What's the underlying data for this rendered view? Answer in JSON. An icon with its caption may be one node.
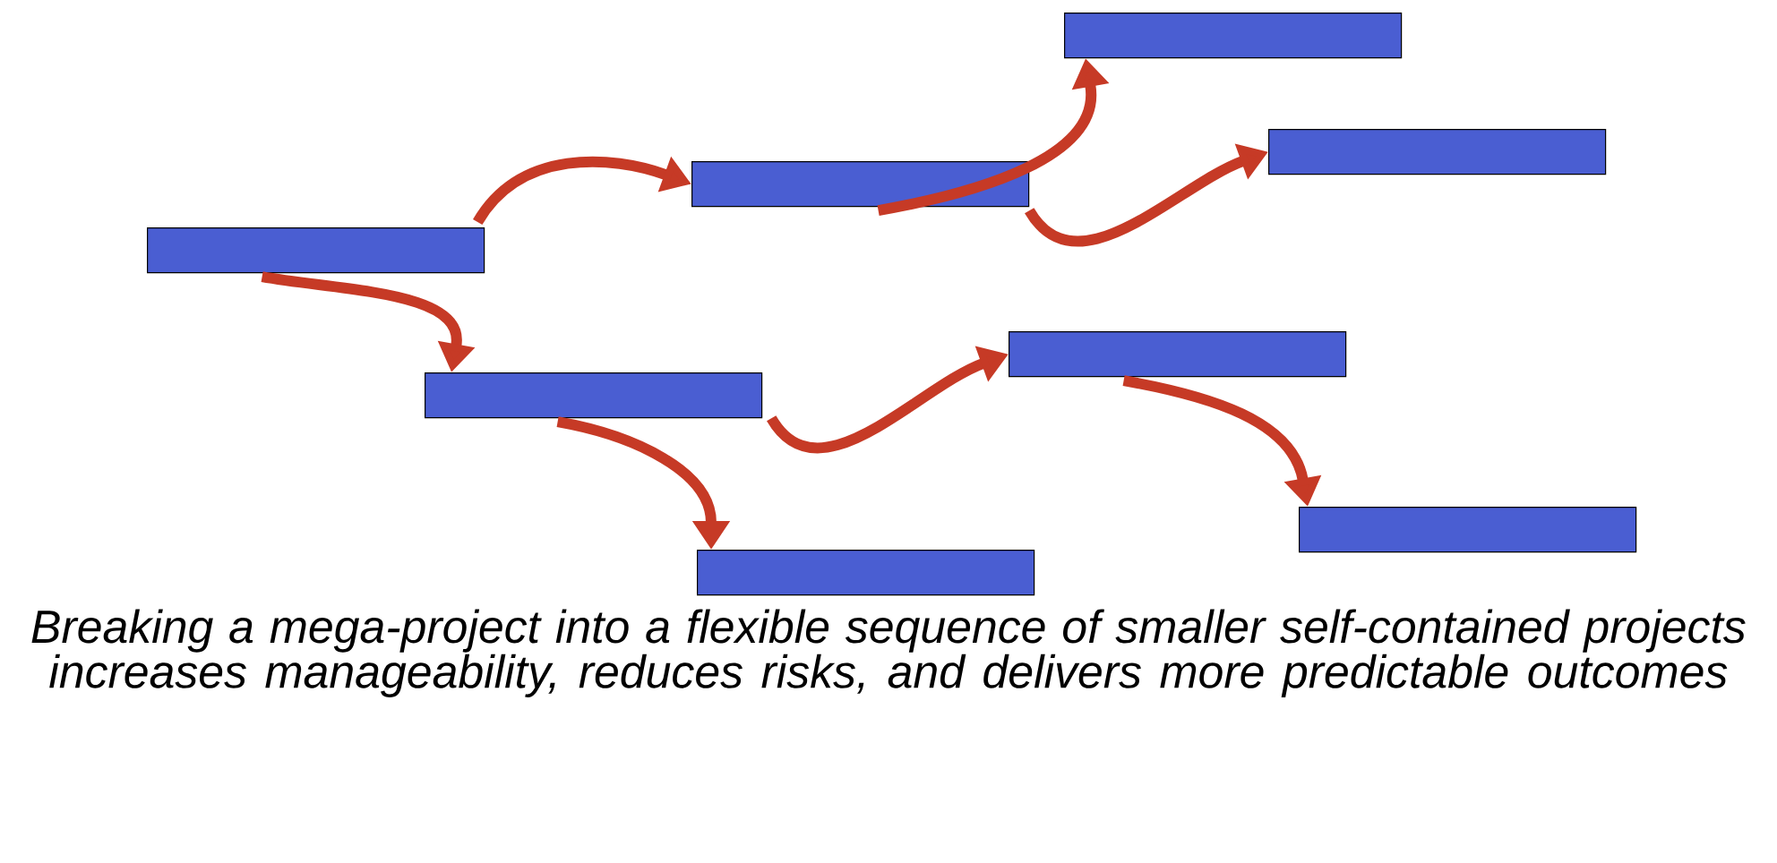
{
  "diagram": {
    "caption": "Breaking a mega-project into a flexible sequence of smaller self-contained projects increases manageability, reduces risks, and delivers more predictable outcomes",
    "nodes": [
      {
        "text": [],
        "shape": "bar"
      },
      {
        "text": [],
        "shape": "bar"
      },
      {
        "text": [],
        "shape": "bar"
      },
      {
        "text": [],
        "shape": "bar"
      },
      {
        "text": [],
        "shape": "bar"
      },
      {
        "text": [],
        "shape": "bar"
      },
      {
        "text": [],
        "shape": "bar"
      },
      {
        "text": [],
        "shape": "bar"
      }
    ],
    "edges": [
      {
        "from": 0,
        "to": 2,
        "arrow": "to"
      },
      {
        "from": 0,
        "to": 1,
        "arrow": "to"
      },
      {
        "from": 2,
        "to": 5,
        "arrow": "to"
      },
      {
        "from": 2,
        "to": 6,
        "arrow": "to"
      },
      {
        "from": 1,
        "to": 4,
        "arrow": "to"
      },
      {
        "from": 1,
        "to": 3,
        "arrow": "to"
      },
      {
        "from": 4,
        "to": 7,
        "arrow": "to"
      }
    ]
  }
}
